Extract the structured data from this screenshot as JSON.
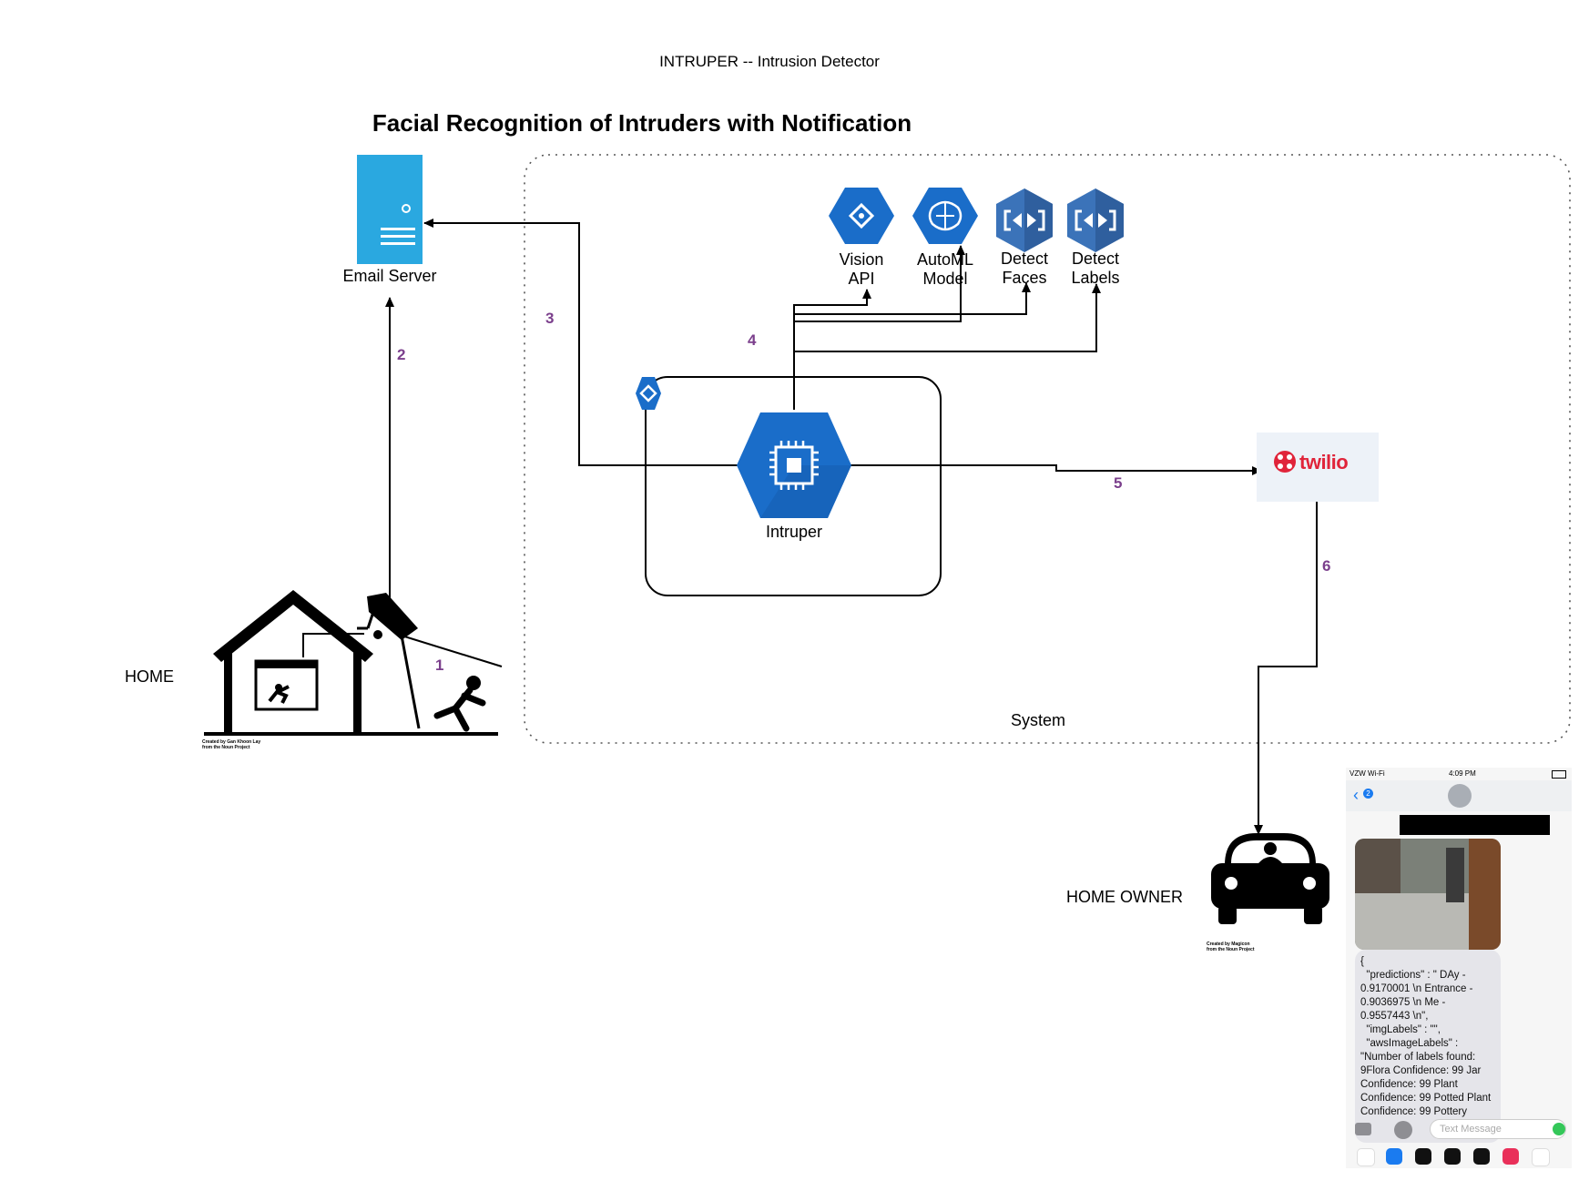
{
  "document_title": "INTRUPER -- Intrusion Detector",
  "main_title": "Facial Recognition of Intruders with Notification",
  "nodes": {
    "email_server": "Email Server",
    "vision_api": "Vision\nAPI",
    "automl_model": "AutoML\nModel",
    "detect_faces": "Detect\nFaces",
    "detect_labels": "Detect\nLabels",
    "intruper": "Intruper",
    "twilio": "twilio",
    "home": "HOME",
    "home_owner": "HOME OWNER",
    "system": "System"
  },
  "step_numbers": [
    "1",
    "2",
    "3",
    "4",
    "5",
    "6"
  ],
  "credits": {
    "home": "Created by Gan Khoon Lay\nfrom the Noun Project",
    "car": "Created by Magicon\nfrom the Noun Project"
  },
  "phone": {
    "carrier": "VZW Wi-Fi",
    "time": "4:09 PM",
    "back_badge": "2",
    "message": "{\n  \"predictions\" : \" DAy -\n0.9170001 \\n Entrance -\n0.9036975 \\n Me -\n0.9557443 \\n\",\n  \"imgLabels\" : \"\",\n  \"awsImageLabels\" :\n\"Number of labels found:\n9Flora Confidence: 99 Jar\nConfidence: 99 Plant\nConfidence: 99 Potted Plant\nConfidence: 99 Pottery",
    "input_placeholder": "Text Message"
  },
  "colors": {
    "gcp_blue": "#1a6dc9",
    "aws_blue": "#3b73b9",
    "email_blue": "#2aa8e0",
    "twilio_red": "#e0243a",
    "twilio_bg": "#edf2f8",
    "step_purple": "#7b3f8c"
  }
}
